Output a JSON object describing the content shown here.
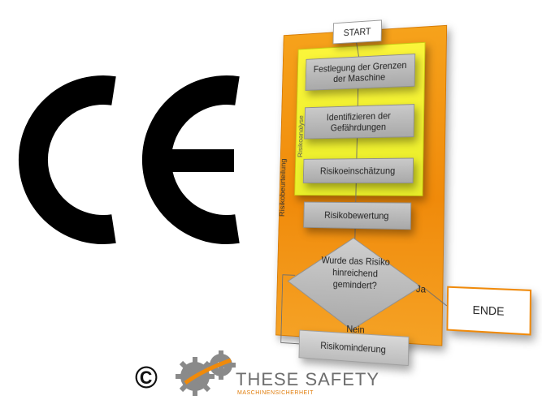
{
  "flowchart": {
    "start": "START",
    "steps": {
      "grenzen": "Festlegung der Grenzen der Maschine",
      "identifizieren": "Identifizieren der Gefährdungen",
      "einschaetzung": "Risikoeinschätzung",
      "bewertung": "Risikobewertung",
      "minderung": "Risikominderung"
    },
    "decision": "Wurde das Risiko hinreichend gemindert?",
    "yes_label": "Ja",
    "no_label": "Nein",
    "end": "ENDE",
    "group_inner": "Risikoanalyse",
    "group_outer": "Risikobeurteilung"
  },
  "logo": {
    "copyright_symbol": "©",
    "name": "THESE SAFETY",
    "subtitle": "MASCHINENSICHERHEIT"
  },
  "colors": {
    "orange": "#f08a0a",
    "yellow": "#f4f230",
    "gray_box": "#b5b5b5"
  }
}
